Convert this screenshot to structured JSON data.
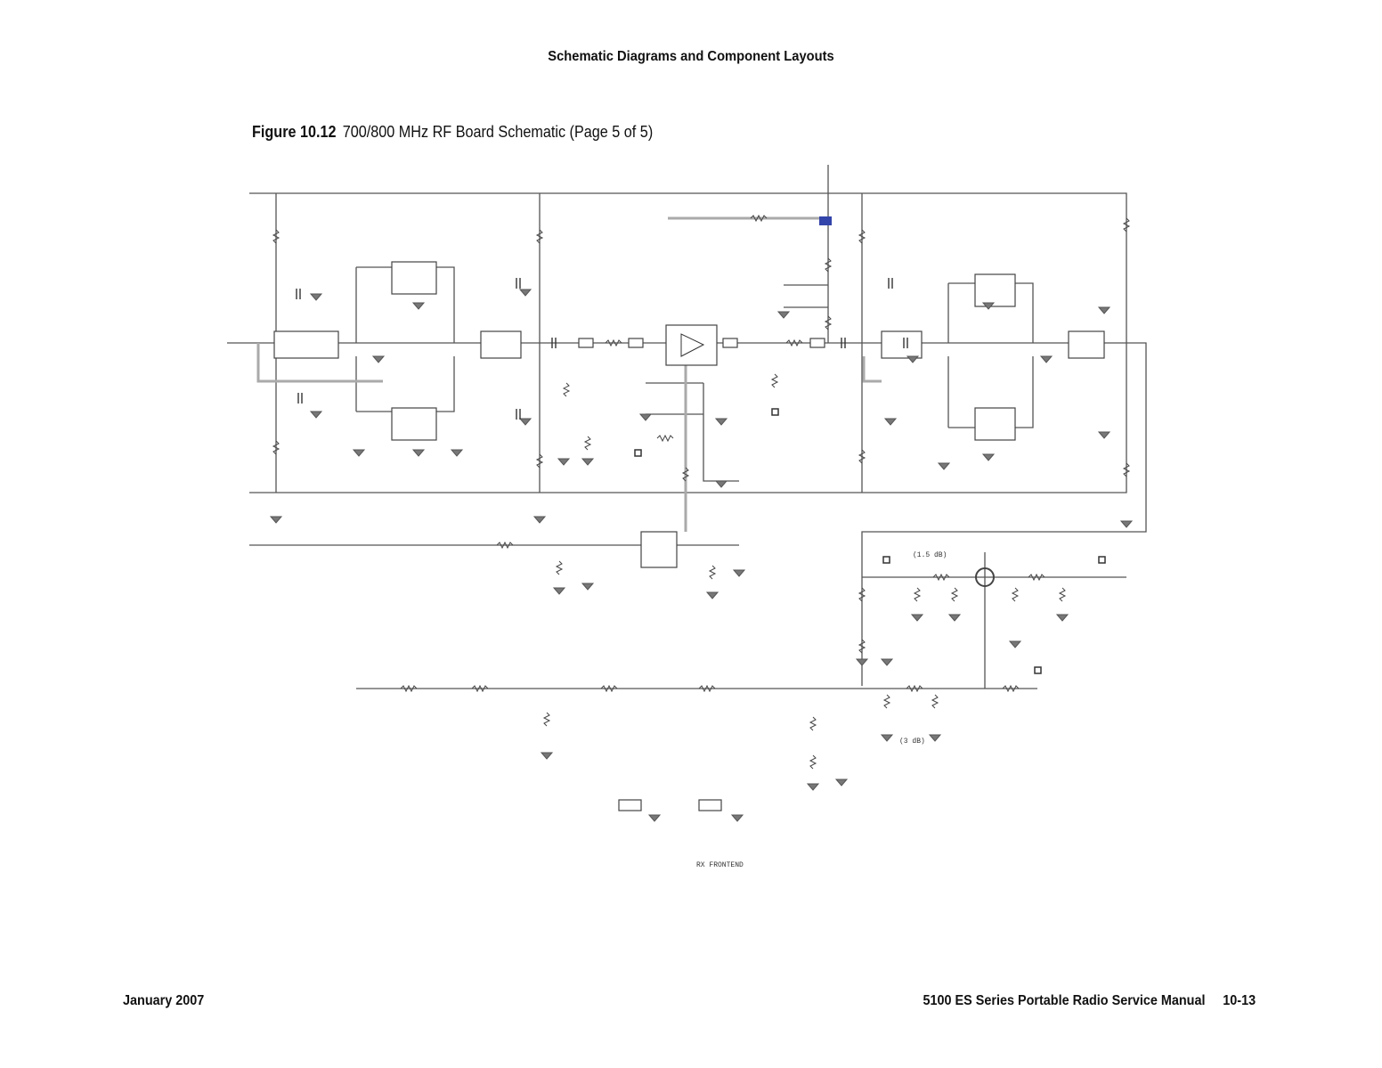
{
  "header": {
    "title": "Schematic Diagrams and Component Layouts"
  },
  "figure": {
    "number": "Figure 10.12",
    "caption": "700/800 MHz RF Board Schematic (Page 5 of 5)"
  },
  "schematic": {
    "block_label": "RX FRONTEND",
    "attenuator_1": "(1.5 dB)",
    "attenuator_2": "(3 dB)",
    "wire_color": "#555555",
    "highlight_color": "#aaaaaa",
    "accent_color": "#3344aa"
  },
  "footer": {
    "date": "January 2007",
    "manual": "5100 ES Series Portable Radio Service Manual",
    "page": "10-13"
  }
}
